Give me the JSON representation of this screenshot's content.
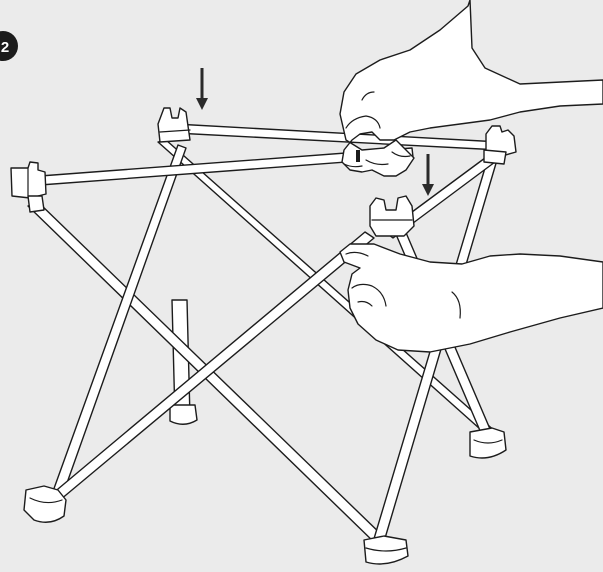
{
  "step": {
    "number": "2"
  },
  "colors": {
    "background": "#ebebeb",
    "line": "#1c1c1c",
    "fill": "#ffffff",
    "arrow": "#2a2a2a",
    "badge": "#1c1c1c"
  },
  "icons": [
    "step-badge",
    "down-arrow-icon",
    "hand-illustration"
  ]
}
